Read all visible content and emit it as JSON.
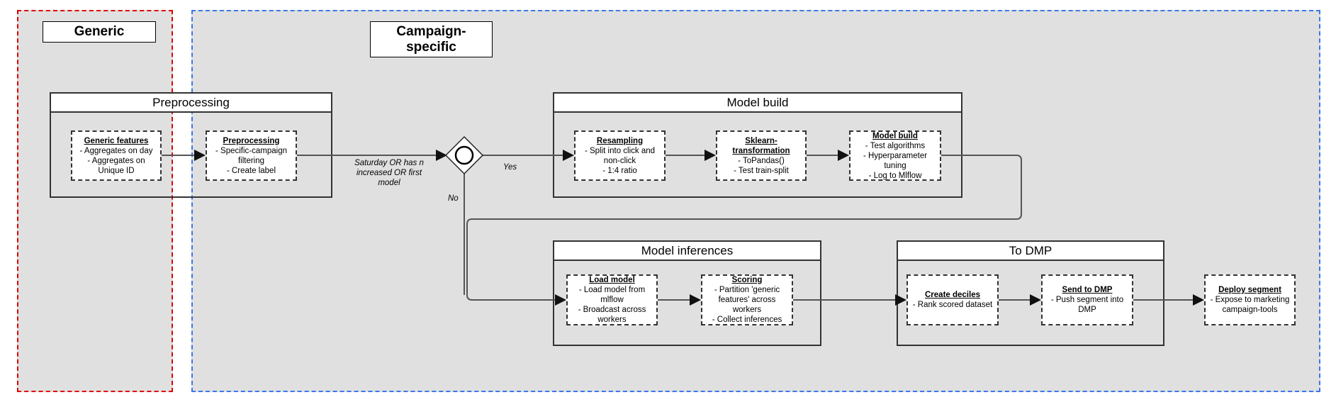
{
  "colors": {
    "generic_zone_border": "#e00000",
    "campaign_zone_border": "#3b78e7",
    "zone_fill": "#e0e0e0"
  },
  "zones": {
    "generic": "Generic",
    "campaign": "Campaign-specific"
  },
  "containers": {
    "preprocessing": "Preprocessing",
    "model_build": "Model build",
    "model_inferences": "Model inferences",
    "to_dmp": "To DMP"
  },
  "tasks": {
    "generic_features": {
      "title": "Generic features",
      "lines": [
        "- Aggregates on day",
        "- Aggregates on Unique ID"
      ]
    },
    "preprocessing": {
      "title": "Preprocessing",
      "lines": [
        "- Specific-campaign filtering",
        "- Create label"
      ]
    },
    "resampling": {
      "title": "Resampling",
      "lines": [
        "- Split into click and non-click",
        "- 1:4 ratio"
      ]
    },
    "sklearn": {
      "title": "Sklearn-transformation",
      "lines": [
        "- ToPandas()",
        "- Test train-split"
      ]
    },
    "model_build": {
      "title": "Model build",
      "lines": [
        "- Test algorithms",
        "- Hyperparameter tuning",
        "- Log to Mlflow"
      ]
    },
    "load_model": {
      "title": "Load model",
      "lines": [
        "- Load model from mlflow",
        "- Broadcast across workers"
      ]
    },
    "scoring": {
      "title": "Scoring",
      "lines": [
        "- Partition 'generic features' across workers",
        "- Collect inferences"
      ]
    },
    "create_deciles": {
      "title": "Create deciles",
      "lines": [
        "- Rank scored dataset"
      ]
    },
    "send_to_dmp": {
      "title": "Send to DMP",
      "lines": [
        "- Push segment into DMP"
      ]
    },
    "deploy_segment": {
      "title": "Deploy segment",
      "lines": [
        "- Expose to marketing campaign-tools"
      ]
    }
  },
  "gateway": {
    "condition": "Saturday OR has n increased OR first model",
    "yes": "Yes",
    "no": "No"
  }
}
